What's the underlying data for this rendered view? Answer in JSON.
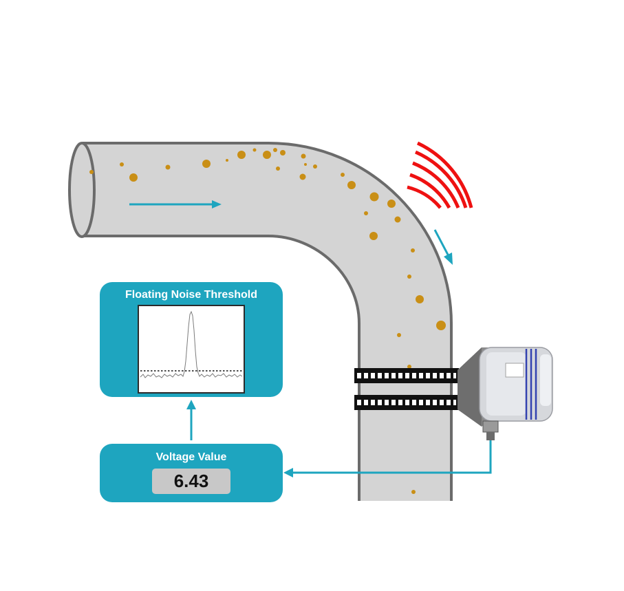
{
  "threshold_panel": {
    "title": "Floating Noise Threshold"
  },
  "voltage_panel": {
    "title": "Voltage Value",
    "value": "6.43"
  },
  "colors": {
    "pipe_fill": "#d4d4d4",
    "pipe_outline": "#6b6b6b",
    "particles": "#c98f16",
    "flow_arrow": "#1ea5bf",
    "signal_waves": "#ee1111",
    "panel": "#1ea5bf",
    "readout_bg": "#c8c8c8"
  },
  "icons": {
    "signal": "acoustic-waves-icon",
    "sensor": "clamp-on-sensor-icon"
  }
}
